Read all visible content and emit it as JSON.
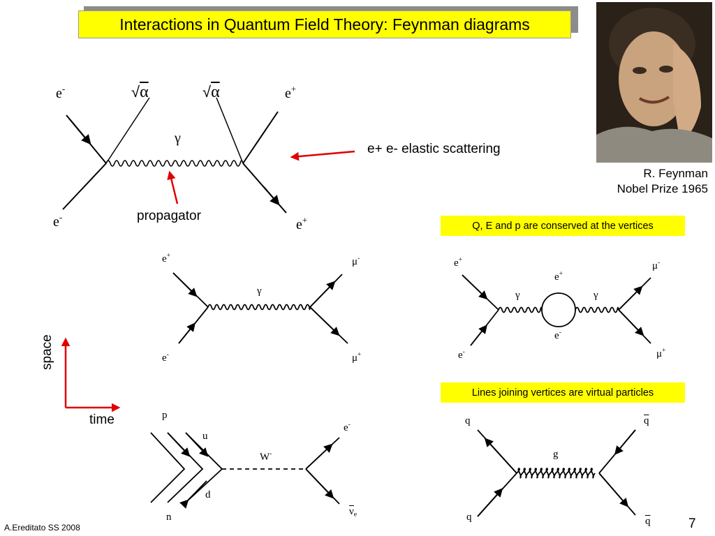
{
  "slide": {
    "title": "Interactions in Quantum Field Theory: Feynman diagrams",
    "footer_author": "A.Ereditato SS 2008",
    "page_number": "7"
  },
  "photo": {
    "caption_line1": "R. Feynman",
    "caption_line2": "Nobel Prize 1965"
  },
  "diagram1": {
    "e_minus_top": "e",
    "e_minus_top_sup": "-",
    "sqrt_alpha_left": "α",
    "sqrt_alpha_right": "α",
    "e_plus_top": "e",
    "e_plus_top_sup": "+",
    "gamma": "γ",
    "e_minus_bottom": "e",
    "e_minus_bottom_sup": "-",
    "e_plus_bottom": "e",
    "e_plus_bottom_sup": "+",
    "propagator_label": "propagator",
    "scattering_label": "e+ e- elastic scattering"
  },
  "notes": {
    "conserved": "Q, E and p are conserved at the vertices",
    "virtual": "Lines joining vertices are virtual particles"
  },
  "axes": {
    "space": "space",
    "time": "time"
  },
  "diagram2": {
    "e_plus": "e",
    "e_plus_sup": "+",
    "e_minus": "e",
    "e_minus_sup": "-",
    "mu_minus": "μ",
    "mu_minus_sup": "-",
    "mu_plus": "μ",
    "mu_plus_sup": "+",
    "gamma": "γ"
  },
  "diagram3": {
    "e_plus": "e",
    "e_plus_sup": "+",
    "e_minus": "e",
    "e_minus_sup": "-",
    "mu_minus": "μ",
    "mu_minus_sup": "-",
    "mu_plus": "μ",
    "mu_plus_sup": "+",
    "gamma_left": "γ",
    "gamma_right": "γ",
    "loop_e_plus": "e",
    "loop_e_plus_sup": "+",
    "loop_e_minus": "e",
    "loop_e_minus_sup": "-"
  },
  "diagram4": {
    "p": "p",
    "n": "n",
    "u": "u",
    "d": "d",
    "w": "W",
    "w_sup": "-",
    "e_minus": "e",
    "e_minus_sup": "-",
    "nu": "ν",
    "nu_sub": "e"
  },
  "diagram5": {
    "q_top_left": "q",
    "q_bottom_left": "q",
    "qbar_top_right": "q",
    "qbar_bottom_right": "q",
    "gluon": "g"
  },
  "colors": {
    "title_background": "#ffff00",
    "note_background": "#ffff00",
    "arrow_red": "#e00000"
  }
}
